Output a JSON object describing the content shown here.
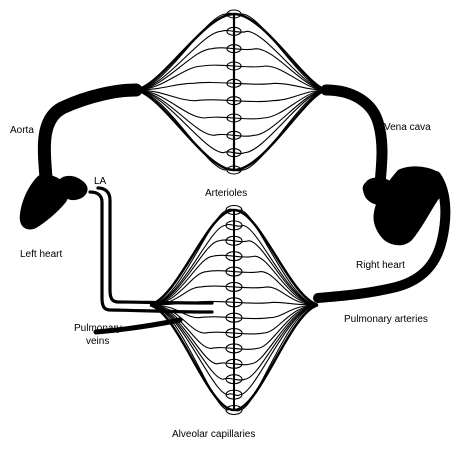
{
  "diagram": {
    "labels": {
      "aorta": "Aorta",
      "la": "LA",
      "left_heart": "Left heart",
      "arterioles": "Arterioles",
      "vena_cava": "Vena cava",
      "right_heart": "Right heart",
      "pulmonary_veins_1": "Pulmonary",
      "pulmonary_veins_2": "veins",
      "pulmonary_arteries": "Pulmonary arteries",
      "alveolar_capillaries": "Alveolar capillaries"
    },
    "colors": {
      "ink": "#000000",
      "background": "#ffffff"
    }
  }
}
